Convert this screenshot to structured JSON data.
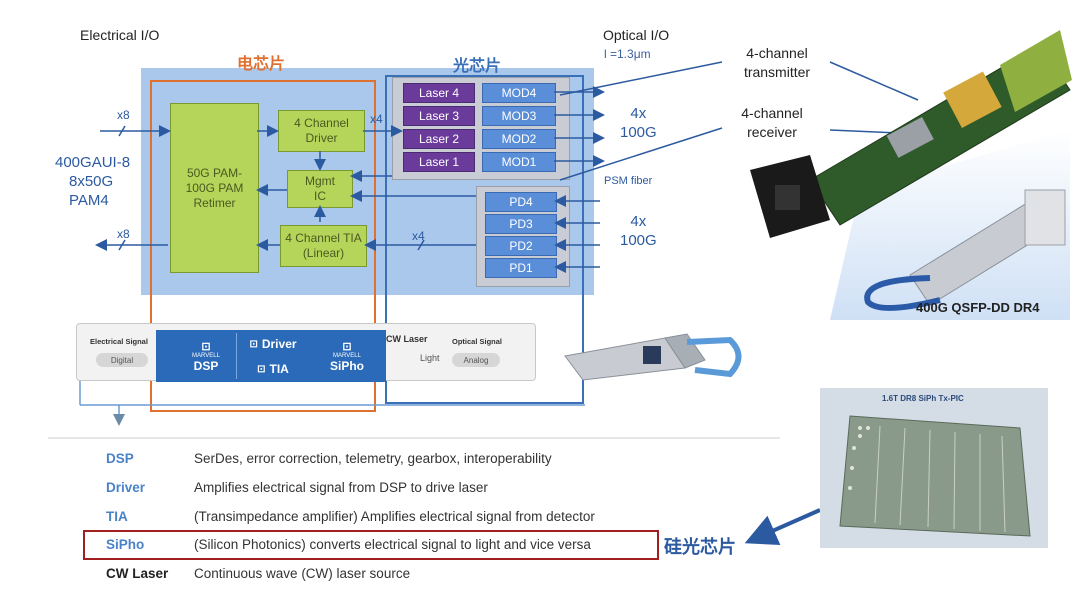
{
  "diagram": {
    "electrical_io": "Electrical I/O",
    "optical_io": "Optical I/O",
    "wavelength": "l =1.3μm",
    "chip_label_electrical": "电芯片",
    "chip_label_optical": "光芯片",
    "gaui": "400GAUI-8",
    "gaui_rate": "8x50G",
    "gaui_mod": "PAM4",
    "x8_top": "x8",
    "x8_bottom": "x8",
    "x4_top": "x4",
    "x4_bottom": "x4",
    "retimer": "50G PAM-100G PAM Retimer",
    "driver": "4 Channel Driver",
    "mgmt": "Mgmt IC",
    "tia": "4 Channel TIA (Linear)",
    "lasers": [
      "Laser 4",
      "Laser 3",
      "Laser 2",
      "Laser 1"
    ],
    "mods": [
      "MOD4",
      "MOD3",
      "MOD2",
      "MOD1"
    ],
    "pds": [
      "PD4",
      "PD3",
      "PD2",
      "PD1"
    ],
    "tx_count": "4x",
    "tx_rate": "100G",
    "rx_count": "4x",
    "rx_rate": "100G",
    "psm_fiber": "PSM fiber"
  },
  "module": {
    "elec_signal": "Electrical Signal",
    "digital": "Digital",
    "marvell_a": "MARVELL",
    "dsp": "DSP",
    "driver": "Driver",
    "tia": "TIA",
    "marvell_b": "MARVELL",
    "sipho": "SiPho",
    "cw_laser": "CW Laser",
    "light": "Light",
    "opt_signal": "Optical Signal",
    "analog": "Analog"
  },
  "photo": {
    "tx_label": "4-channel transmitter",
    "rx_label": "4-channel receiver",
    "product": "400G QSFP-DD DR4",
    "pic_title": "1.6T DR8 SiPh Tx-PIC",
    "sipho_cn": "硅光芯片"
  },
  "legend": [
    {
      "key": "DSP",
      "desc": "SerDes, error correction, telemetry, gearbox, interoperability"
    },
    {
      "key": "Driver",
      "desc": "Amplifies electrical signal from DSP to drive laser"
    },
    {
      "key": "TIA",
      "desc": "(Transimpedance amplifier) Amplifies electrical signal from detector"
    },
    {
      "key": "SiPho",
      "desc": "(Silicon Photonics) converts electrical signal to light and vice versa"
    },
    {
      "key": "CW Laser",
      "desc": "Continuous wave (CW) laser source"
    }
  ],
  "colors": {
    "panel_bg": "#a9c8ec",
    "electric_frame": "#e07030",
    "optical_frame": "#3a70b8",
    "legend_blue": "#4a82c8",
    "highlight_red": "#a02020"
  }
}
